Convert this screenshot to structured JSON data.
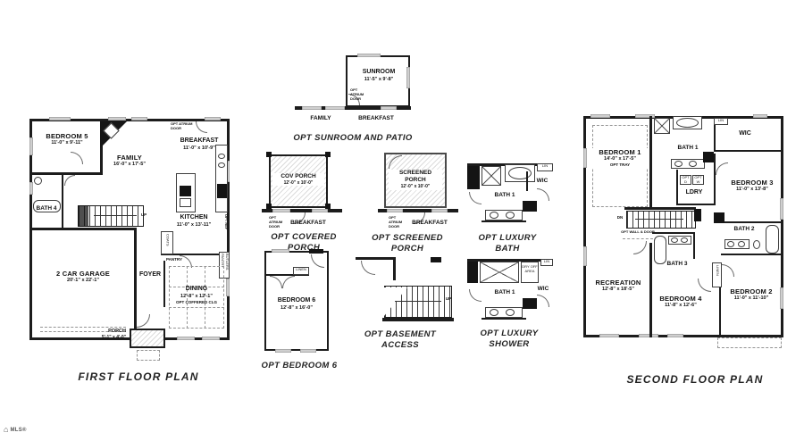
{
  "watermark": "MLS®",
  "captions": {
    "first_floor": "FIRST FLOOR PLAN",
    "second_floor": "SECOND FLOOR PLAN",
    "sunroom": "OPT SUNROOM AND PATIO",
    "covered_porch": "OPT COVERED PORCH",
    "screened_porch": "OPT SCREENED PORCH",
    "luxury_bath_l1": "OPT LUXURY",
    "luxury_bath_l2": "BATH",
    "bedroom6": "OPT BEDROOM 6",
    "basement_l1": "OPT BASEMENT",
    "basement_l2": "ACCESS",
    "luxury_shower_l1": "OPT LUXURY",
    "luxury_shower_l2": "SHOWER"
  },
  "ff": {
    "bedroom5_name": "BEDROOM 5",
    "bedroom5_dims": "11'-0\" x 9'-11\"",
    "family_name": "FAMILY",
    "family_dims": "16'-0\" x 17'-5\"",
    "breakfast_name": "BREAKFAST",
    "breakfast_dims": "11'-0\" x 10'-9\"",
    "opt_atrium_door": "OPT ATRIUM DOOR",
    "bath4_name": "BATH 4",
    "kitchen_name": "KITCHEN",
    "kitchen_dims": "11'-0\" x 13'-11\"",
    "garage_name": "2 CAR GARAGE",
    "garage_dims": "20'-1\" x 22'-1\"",
    "foyer_name": "FOYER",
    "coats": "COATS",
    "pantry": "PANTRY",
    "butlers_pantry": "BUTLERS PANTRY",
    "opt_ref": "OPT REF",
    "dining_name": "DINING",
    "dining_dims": "12'-8\" x 12'-1\"",
    "dining_note": "OPT COFFERED CLG",
    "porch_name": "PORCH",
    "porch_dims": "5'-1\" x 4'-0\"",
    "up": "UP"
  },
  "sun": {
    "name": "SUNROOM",
    "dims": "11'-5\" x 9'-8\"",
    "atrium": "OPT ATRIUM DOOR",
    "family": "FAMILY",
    "breakfast": "BREAKFAST"
  },
  "cov": {
    "name": "COV PORCH",
    "dims": "12'-0\" x 10'-0\"",
    "atrium": "OPT ATRIUM DOOR",
    "breakfast": "BREAKFAST"
  },
  "scr": {
    "name_l1": "SCREENED",
    "name_l2": "PORCH",
    "dims": "12'-0\" x 10'-0\"",
    "atrium": "OPT ATRIUM DOOR",
    "breakfast": "BREAKFAST"
  },
  "lbath": {
    "bath": "BATH 1",
    "wic": "WIC",
    "lin": "LIN"
  },
  "bed6": {
    "name": "BEDROOM 6",
    "dims": "12'-8\" x 16'-0\"",
    "linen": "LINEN"
  },
  "base": {
    "up": "UP"
  },
  "lshow": {
    "bath": "BATH 1",
    "wic": "WIC",
    "lin": "LIN",
    "dry": "DRY OFF AREA"
  },
  "sf": {
    "bedroom1_name": "BEDROOM 1",
    "bedroom1_dims": "14'-0\" x 17'-5\"",
    "bedroom1_note": "OPT TRAY",
    "bath1_name": "BATH 1",
    "wic": "WIC",
    "lin": "LIN",
    "bedroom3_name": "BEDROOM 3",
    "bedroom3_dims": "11'-0\" x 13'-8\"",
    "ldry": "LDRY",
    "opt_d": "OPT D",
    "opt_w": "OPT W",
    "dn": "DN",
    "opt_wall_door": "OPT WALL & DOOR",
    "bath2_name": "BATH 2",
    "bath3_name": "BATH 3",
    "recreation_name": "RECREATION",
    "recreation_dims": "12'-8\" x 18'-5\"",
    "bedroom4_name": "BEDROOM 4",
    "bedroom4_dims": "11'-8\" x 12'-6\"",
    "bedroom2_name": "BEDROOM 2",
    "bedroom2_dims": "11'-0\" x 11'-10\"",
    "linen": "LINEN"
  }
}
